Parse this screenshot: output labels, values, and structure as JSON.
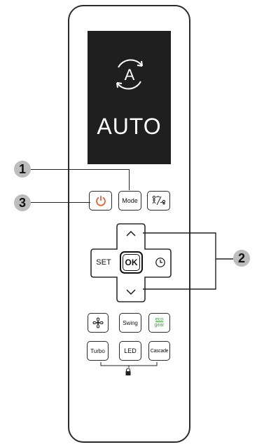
{
  "display": {
    "mode_label": "AUTO",
    "mode_icon": "auto-a-cycle-icon"
  },
  "buttons": {
    "power": {
      "icon": "power-icon",
      "color": "#e0522d"
    },
    "mode": "Mode",
    "fan_direction_icon": "person-airflow-icon",
    "set": "SET",
    "ok": "OK",
    "timer_icon": "clock-icon",
    "up_icon": "chevron-up-icon",
    "down_icon": "chevron-down-icon",
    "fan_icon": "fan-icon",
    "swing": "Swing",
    "eco_line1": "eco",
    "eco_line2": "gear",
    "turbo": "Turbo",
    "led": "LED",
    "cascade": "Cascade",
    "lock_icon": "lock-icon"
  },
  "callouts": [
    "1",
    "2",
    "3"
  ],
  "colors": {
    "body_outline": "#2b2b2b",
    "screen": "#1f1f1f",
    "eco_green": "#3fa33f",
    "callout_circle": "#bdbdbd"
  }
}
